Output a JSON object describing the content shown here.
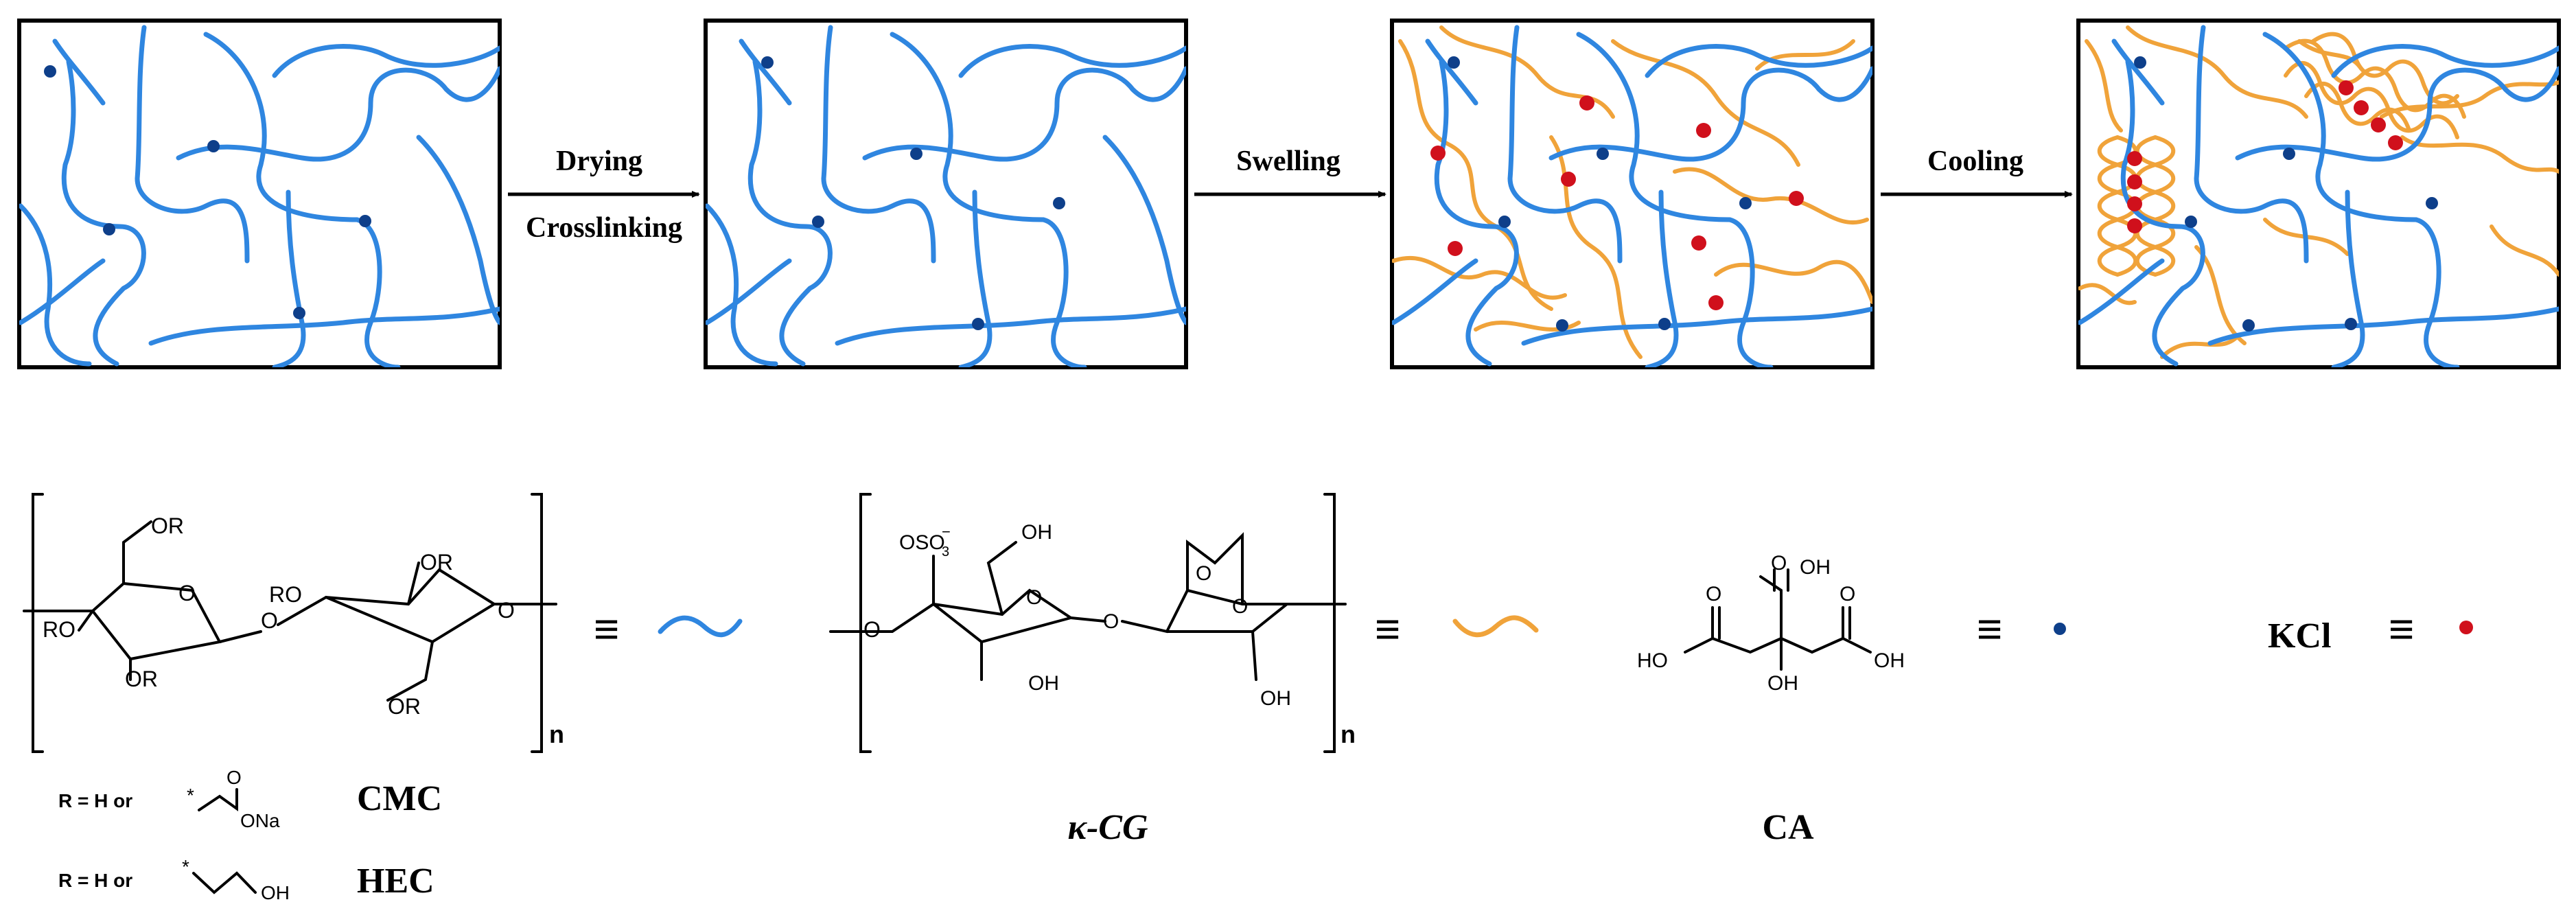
{
  "colors": {
    "cellulose": "#2f86e0",
    "carrageenan": "#f0a33a",
    "crosslink": "#0e3f8a",
    "kcl": "#d0101c"
  },
  "steps": [
    {
      "label": "Drying"
    },
    {
      "label": "Crosslinking"
    },
    {
      "label": "Swelling"
    },
    {
      "label": "Cooling"
    }
  ],
  "legend": {
    "equiv": "≡",
    "cmc": "CMC",
    "hec": "HEC",
    "kcg": "κ-CG",
    "ca": "CA",
    "kcl": "KCl",
    "r_def": "R = H or",
    "n": "n"
  },
  "chem": {
    "or": "OR",
    "ro": "RO",
    "o": "O",
    "osub": "OSO",
    "three": "3",
    "minus": "−",
    "oh": "OH",
    "ho": "HO",
    "ona": "ONa",
    "star": "*"
  }
}
